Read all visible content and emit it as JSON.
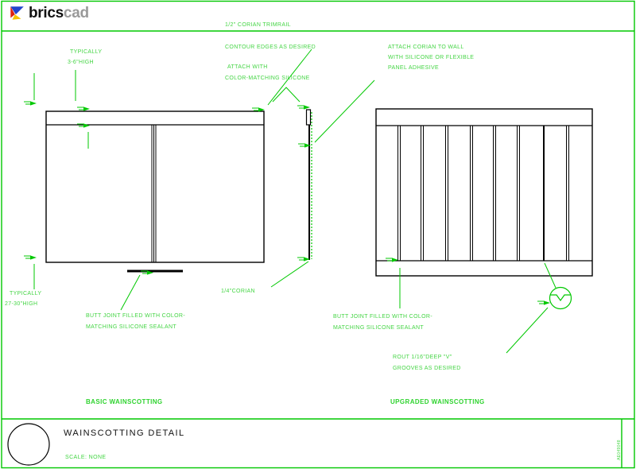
{
  "logo": {
    "brand_black": "brics",
    "brand_gray": "cad"
  },
  "annotations": {
    "trim_rail": "1/2\" CORIAN TRIMRAIL",
    "contour": "CONTOUR EDGES AS DESIRED",
    "attach_with_1": "ATTACH WITH",
    "attach_with_2": "COLOR-MATCHING SILICONE",
    "typ_top_1": "TYPICALLY",
    "typ_top_2": "3-6\"HIGH",
    "attach_wall_1": "ATTACH CORIAN TO WALL",
    "attach_wall_2": "WITH SILICONE OR FLEXIBLE",
    "attach_wall_3": "PANEL ADHESIVE",
    "typ_bottom_1": "TYPICALLY",
    "typ_bottom_2": "27-30\"HIGH",
    "quarter_corian": "1/4\"CORIAN",
    "butt_left_1": "BUTT JOINT FILLED WITH COLOR-",
    "butt_left_2": "MATCHING SILICONE SEALANT",
    "butt_right_1": "BUTT JOINT FILLED WITH COLOR-",
    "butt_right_2": "MATCHING SILICONE SEALANT",
    "rout_1": "ROUT 1/16\"DEEP \"V\"",
    "rout_2": "GROOVES AS DESIRED",
    "label_basic": "BASIC WAINSCOTTING",
    "label_upgraded": "UPGRADED WAINSCOTTING"
  },
  "titleblock": {
    "title": "WAINSCOTTING DETAIL",
    "scale": "SCALE: NONE",
    "sheet_code": "AE049048"
  },
  "colors": {
    "annotation_green": "#00c800",
    "line_black": "#000000",
    "logo_blue": "#2244cc",
    "logo_red": "#dd2211",
    "logo_yellow": "#f4c400"
  }
}
